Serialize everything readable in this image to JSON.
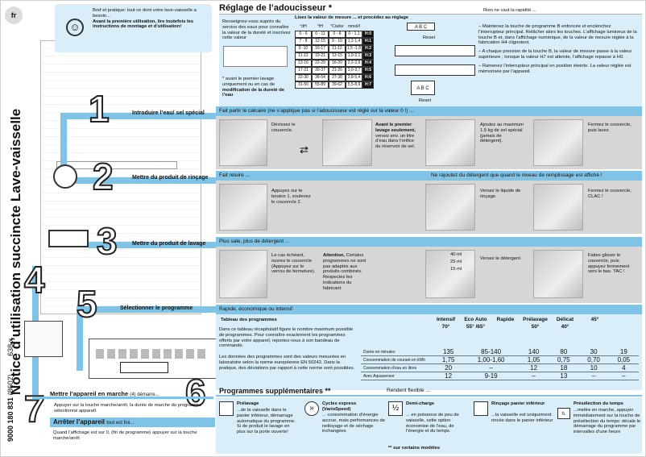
{
  "lang_badge": "fr",
  "vertical_title": "Notice d’utilisation succincte Lave-vaisselle",
  "doc_code": "9000 180 831",
  "doc_date": "(8602)",
  "doc_suffix": "638 x",
  "intro": {
    "text": "Bref et pratique: tout ce dont votre lave-vaisselle a besoin...",
    "bold": "Avant la première utilisation, lire toutefois les instructions de montage et d’utilisation!"
  },
  "softener": {
    "title": "Réglage de l’adoucisseur *",
    "right_note": "Rien ne vaut la rapidité ...",
    "left_text": "Renseignez-vous auprès du service des eaux pour connaître la valeur de la dureté et inscrivez cette valeur",
    "left_text_bold_1": "valeur de la dureté",
    "left_text_bold_2": "inscrivez",
    "footnote_star": "* avant le premier lavage uniquement ou en cas de",
    "footnote_bold": "modification de la dureté de l’eau",
    "read_label": "Lisez la valeur de mesure ... et procédez au réglage",
    "headers": [
      "°dH",
      "°fH",
      "°Clarke",
      "mmol/l"
    ],
    "rows": [
      {
        "dh": "0 - 6",
        "fh": "0 - 11",
        "cl": "0 - 8",
        "mm": "0 - 1,1",
        "h": "H:0"
      },
      {
        "dh": "7 - 8",
        "fh": "12-15",
        "cl": "9 - 10",
        "mm": "1,2-1,4",
        "h": "H:1"
      },
      {
        "dh": "9 -10",
        "fh": "16-17",
        "cl": "11-12",
        "mm": "1,5 -1,8",
        "h": "H:2"
      },
      {
        "dh": "11-12",
        "fh": "19-21",
        "cl": "13-15",
        "mm": "1,9-2,1",
        "h": "H:3"
      },
      {
        "dh": "13-16",
        "fh": "22-29",
        "cl": "16-20",
        "mm": "2,2-2,9",
        "h": "H:4"
      },
      {
        "dh": "17-21",
        "fh": "30-37",
        "cl": "21-26",
        "mm": "3,0-3,7",
        "h": "H:5"
      },
      {
        "dh": "22-30",
        "fh": "38-54",
        "cl": "27-38",
        "mm": "3,8-5,4",
        "h": "H:6"
      },
      {
        "dh": "31-50",
        "fh": "55-89",
        "cl": "39-62",
        "mm": "5,5-8,9",
        "h": "H:7"
      }
    ],
    "abc": "A B C",
    "reset": "Reset",
    "steps": [
      "– Maintenez la touche de programme B enfoncée et enclenchez l’interrupteur principal. Relâcher alors les touches. L’affichage lumineux de la touche B et, dans l’affichage numérique, de la valeur de mesure réglée à la fabrication H4 clignotent.",
      "– A chaque pression de la touche B, la valeur de mesure passe à la valeur supérieure ; lorsque la valeur H7 est atteinte, l’affichage repasse à H0.",
      "– Ramenez l’interrupteur principal en position éteinte. La valeur réglée est mémorisée par l’appareil."
    ]
  },
  "sections": [
    {
      "num": "1",
      "title": "Introduire l’eau/ sel spécial",
      "sub": "Fait partir le calcaire (ne s’applique pas si l’adoucisseur est réglé sur la valeur 0 !) ..."
    },
    {
      "num": "2",
      "title": "Mettre du produit de rinçage",
      "sub": "Fait reluire ...",
      "sub_right": "Ne rajoutez du détergent que quand le niveau de remplissage est affiché !"
    },
    {
      "num": "3",
      "title": "Mettre du produit de lavage",
      "sub": "Plus sale, plus de détergent ..."
    },
    {
      "num": "5",
      "title": "Sélectionner le programme",
      "sub": "Rapide, économique ou intensif"
    },
    {
      "num": "6",
      "title": "Programmes supplémentaires **",
      "sub": "Rendent flexible ..."
    }
  ],
  "salt": {
    "c1": "Dévissez le couvercle.",
    "c2_bold": "Avant le premier lavage seulement,",
    "c2": "versez env. un litre d’eau dans l’orifice du réservoir de sel.",
    "c3": "Ajoutez au maximum 1,5 kg de sel spécial (jamais de détergent).",
    "c4": "Fermez le couvercle, puis lavez."
  },
  "rinse": {
    "c1": "Appuyez sur le bouton 1, soulevez le couvercle 2.",
    "c2": "Versez le liquide de rinçage.",
    "c3": "Fermez le couvercle, CLAC !"
  },
  "detergent": {
    "c1": "Le cas échéant, ouvrez le couvercle (Appuyez sur le verrou de fermeture).",
    "c2_bold": "Attention,",
    "c2": "Certains programmes ne sont pas adaptés aux produits combinés. Respectez les indications du fabricant.",
    "c3": "Versez le détergent.",
    "c3_bold": "détergent",
    "marks": [
      "40 ml",
      "25 ml",
      "15 ml"
    ],
    "c4": "Faites glisser le couvercle, puis appuyez fermement vers le bas. TAC !"
  },
  "programs": {
    "table_title": "Tableau des programmes",
    "intro": "Dans ce tableau récapitulatif figure le nombre maximum possible de programmes. Pour connaître exactement les programmes offerts par votre appareil, reportez-vous à son bandeau de commande.",
    "note": "Les données des programmes sont des valeurs mesurées en laboratoire selon la norme européenne EN 50242. Dans la pratique, des déviations par rapport à cette norme sont possibles.",
    "columns": [
      {
        "name": "Intensif",
        "temp": "70°"
      },
      {
        "name": "Eco Auto",
        "temp": "55° /65°"
      },
      {
        "name": "Rapide",
        "temp": ""
      },
      {
        "name": "Prélavage",
        "temp": "50°"
      },
      {
        "name": "Délicat",
        "temp": "40°"
      },
      {
        "name": "",
        "temp": "45°"
      },
      {
        "name": "",
        "temp": ""
      }
    ],
    "rows": [
      {
        "label": "Durée en minutes",
        "values": [
          "135",
          "85-140",
          "140",
          "80",
          "30",
          "19"
        ]
      },
      {
        "label": "Consommation de courant en kWh",
        "values": [
          "1,75",
          "1,00-1,60",
          "1,05",
          "0,75",
          "0,70",
          "0,05"
        ]
      },
      {
        "label": "Consommation d’eau en litres",
        "values": [
          "20",
          "–",
          "12",
          "18",
          "10",
          "4"
        ]
      },
      {
        "label": "Avec Aquasensor",
        "values": [
          "12",
          "9-19",
          "–",
          "13",
          "–",
          "–"
        ]
      }
    ]
  },
  "power": {
    "title": "Mettre l’appareil en marche",
    "title_tail": "(4) démarre...",
    "text": "Appuyer sur la touche marche/arrêt, la durée de marche du programme sélectionné apparaît",
    "stop_title": "Arrêter l’appareil",
    "stop_tail": "tout est fini...",
    "stop_text": "Quand l’affichage est sur 0, (fin de programme) appuyer sur la touche marche/arrêt"
  },
  "extras": [
    {
      "title": "Prélavage",
      "text": "...de la vaisselle dans le panier inférieur, démarrage automatique du programme. Si de produit le lavage en plus sur la porte ouverte!"
    },
    {
      "title": "Cycles express (VarioSpeed)",
      "text": "... consommation d’énergie accrue, mais performances de nettoyage et de séchage inchangées"
    },
    {
      "title": "Demi-charge",
      "text": "... en présence de peu de vaisselle, cette option économise de l’eau, de l’énergie et du temps."
    },
    {
      "title": "Rinçage panier inférieur",
      "text": "...la vaisselle est uniquement rincée dans le panier inférieur"
    },
    {
      "title": "Présélection du temps",
      "text": "...mettre en marche, appuyer immédiatement sur la touche de présélection du temps: décale le démarrage du programme par intervalles d’une heure"
    }
  ],
  "extras_footnote": "** sur certains modèles",
  "nums": {
    "n4": "4",
    "n7": "7"
  },
  "half_label": "½",
  "h_label": "h."
}
